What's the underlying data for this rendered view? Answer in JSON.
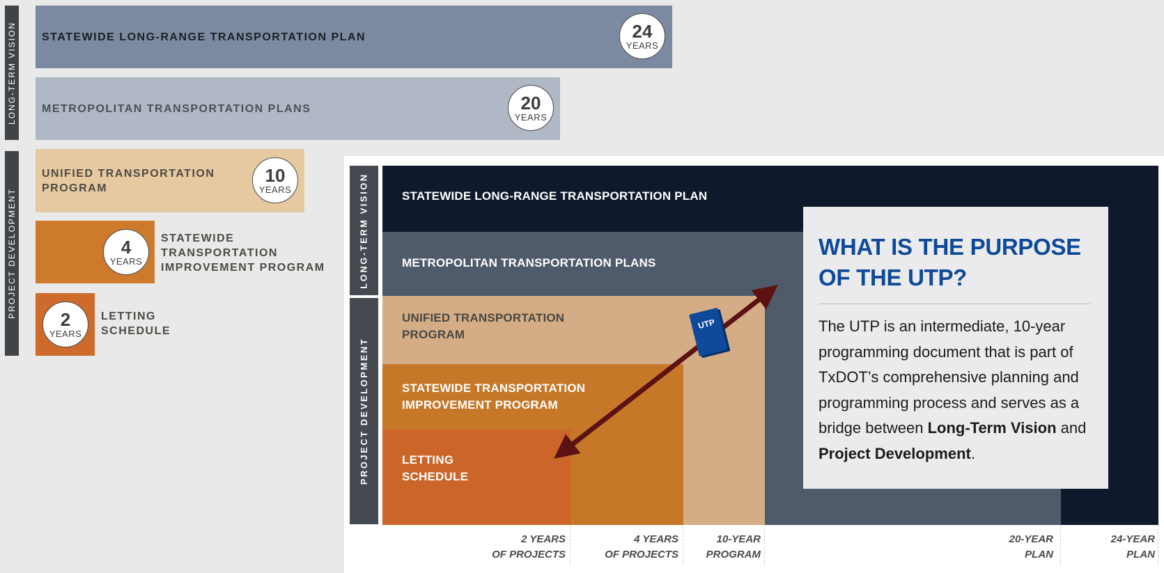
{
  "left": {
    "side_labels": {
      "long_term_vision": "LONG-TERM VISION",
      "project_development": "PROJECT DEVELOPMENT"
    },
    "bars": [
      {
        "label": "STATEWIDE LONG-RANGE TRANSPORTATION PLAN",
        "years": "24",
        "unit": "YEARS"
      },
      {
        "label": "METROPOLITAN TRANSPORTATION PLANS",
        "years": "20",
        "unit": "YEARS"
      },
      {
        "label": "UNIFIED TRANSPORTATION\nPROGRAM",
        "years": "10",
        "unit": "YEARS"
      },
      {
        "label": "STATEWIDE\nTRANSPORTATION\nIMPROVEMENT PROGRAM",
        "years": "4",
        "unit": "YEARS"
      },
      {
        "label": "LETTING\nSCHEDULE",
        "years": "2",
        "unit": "YEARS"
      }
    ]
  },
  "right": {
    "side_labels": {
      "long_term_vision": "LONG-TERM VISION",
      "project_development": "PROJECT DEVELOPMENT"
    },
    "layers": [
      {
        "label": "STATEWIDE LONG-RANGE TRANSPORTATION PLAN"
      },
      {
        "label": "METROPOLITAN TRANSPORTATION PLANS"
      },
      {
        "label": "UNIFIED TRANSPORTATION\nPROGRAM"
      },
      {
        "label": "STATEWIDE TRANSPORTATION\nIMPROVEMENT PROGRAM"
      },
      {
        "label": "LETTING\nSCHEDULE"
      }
    ],
    "book_label": "UTP",
    "x_ticks": [
      "2 YEARS\nOF PROJECTS",
      "4 YEARS\nOF PROJECTS",
      "10-YEAR\nPROGRAM",
      "20-YEAR\nPLAN",
      "24-YEAR\nPLAN"
    ],
    "info": {
      "title": "WHAT IS THE PURPOSE\nOF THE UTP?",
      "body_1": "The UTP is an intermediate, 10-year programming document that is part of TxDOT’s comprehensive planning and programming process and serves as a bridge between ",
      "bold_1": "Long-Term Vision",
      "body_2": " and ",
      "bold_2": "Project Development",
      "body_3": "."
    }
  },
  "colors": {
    "slrtp": "#7c8aa1",
    "mtp": "#b0b8c5",
    "utp": "#e6c9a0",
    "stip": "#cd7a2c",
    "letting": "#cd6a2c",
    "dark_navy": "#0e1a2b",
    "slate": "#4f5a6b",
    "tan": "#d4ad86",
    "orange": "#c67828",
    "orange_red": "#cc6529",
    "arrow": "#5c1212",
    "book": "#0e4a99",
    "title_blue": "#0e4a99"
  }
}
